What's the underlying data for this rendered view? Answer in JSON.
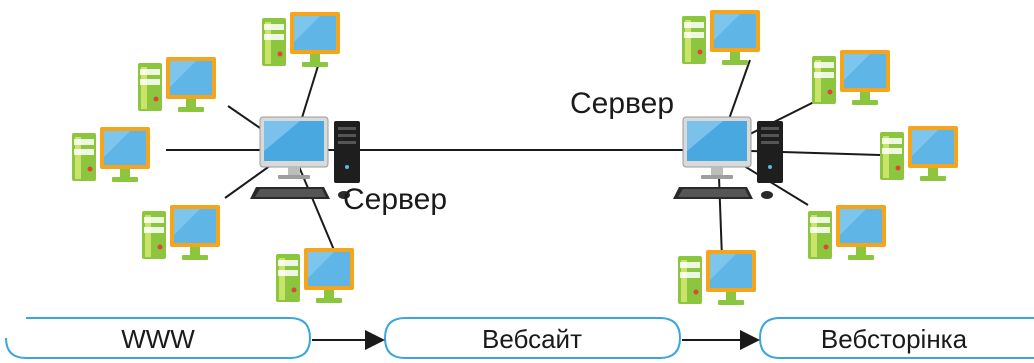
{
  "left_server_label": "Сервер",
  "right_server_label": "Сервер",
  "flow": [
    "WWW",
    "Вебсайт",
    "Вебсторінка"
  ],
  "colors": {
    "monitor_frame": "#f4a51c",
    "monitor_screen": "#5fb6e6",
    "tower": "#8cc63f",
    "tower_shadow": "#c9e36b",
    "pill_border": "#3aa6dd",
    "line": "#1a1a1a"
  }
}
